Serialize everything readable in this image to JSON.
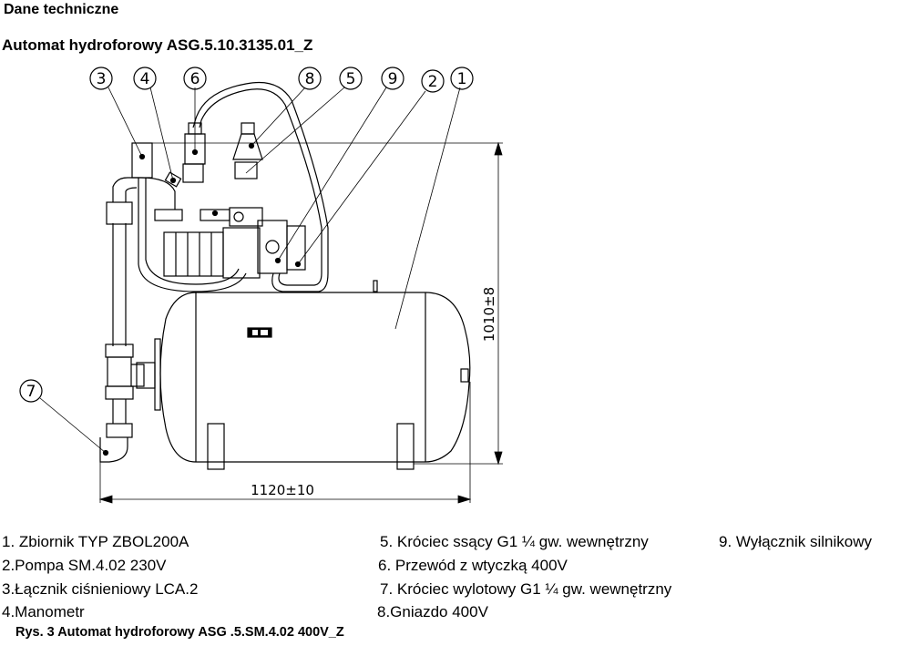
{
  "header": {
    "section_title": "Dane techniczne",
    "product_title": "Automat  hydroforowy ASG.5.10.3135.01_Z"
  },
  "drawing": {
    "callouts": [
      "1",
      "2",
      "3",
      "4",
      "5",
      "6",
      "7",
      "8",
      "9"
    ],
    "dimensions": {
      "height": "1010±8",
      "width": "1120±10"
    }
  },
  "legend": {
    "items": [
      "1. Zbiornik TYP ZBOL200A",
      "2.Pompa SM.4.02 230V",
      "3.Łącznik ciśnieniowy LCA.2",
      "4.Manometr",
      "5. Króciec ssący G1 ¼ gw. wewnętrzny",
      "6. Przewód z wtyczką 400V",
      "7. Króciec wylotowy G1 ¼  gw. wewnętrzny",
      "8.Gniazdo 400V",
      "9. Wyłącznik silnikowy"
    ]
  },
  "caption": "Rys. 3 Automat  hydroforowy ASG .5.SM.4.02 400V_Z"
}
